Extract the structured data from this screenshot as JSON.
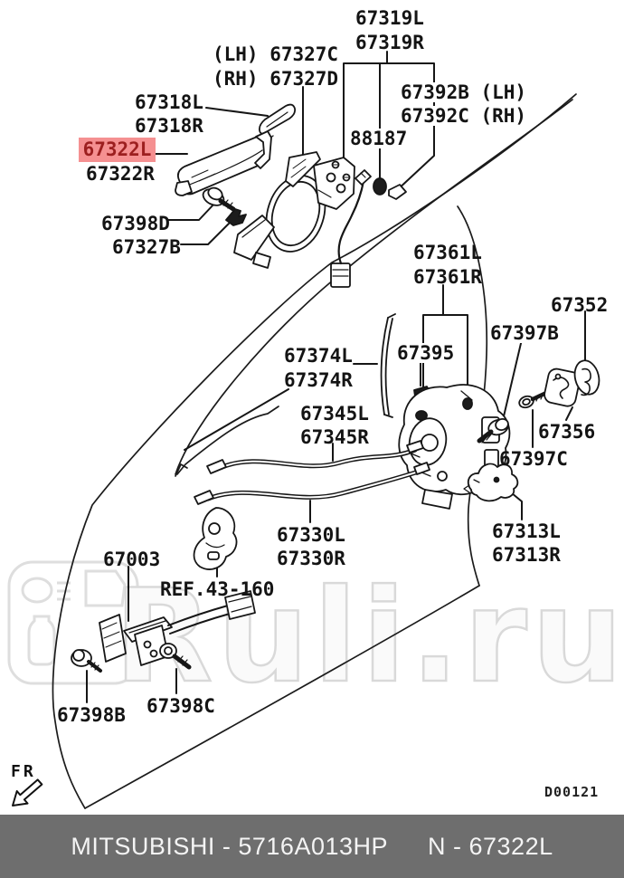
{
  "watermark": {
    "text": "Ruli.ru"
  },
  "footer": {
    "left": "MITSUBISHI - 5716A013HP",
    "right": "N - 67322L"
  },
  "drawing_number": "D00121",
  "direction_label": "FR",
  "colors": {
    "highlight_bg": "#f59091",
    "highlight_text": "#9c1f1f",
    "footer_bg": "#6e6e6e",
    "watermark_gray": "#dedede"
  },
  "parts": {
    "n67319L": "67319L",
    "n67319R": "67319R",
    "n67327C": "(LH) 67327C",
    "n67327D": "(RH) 67327D",
    "n67392B": "67392B (LH)",
    "n67392C": "67392C (RH)",
    "n67318L": "67318L",
    "n67318R": "67318R",
    "n88187": "88187",
    "n67322L": "67322L",
    "n67322R": "67322R",
    "n67398D": "67398D",
    "n67327B": "67327B",
    "n67361L": "67361L",
    "n67361R": "67361R",
    "n67352": "67352",
    "n67397B": "67397B",
    "n67374L": "67374L",
    "n67374R": "67374R",
    "n67395": "67395",
    "n67345L": "67345L",
    "n67345R": "67345R",
    "n67356": "67356",
    "n67397C": "67397C",
    "n67330L": "67330L",
    "n67330R": "67330R",
    "n67313L": "67313L",
    "n67313R": "67313R",
    "n67003": "67003",
    "nREF": "REF.43-160",
    "n67398B": "67398B",
    "n67398C": "67398C"
  }
}
